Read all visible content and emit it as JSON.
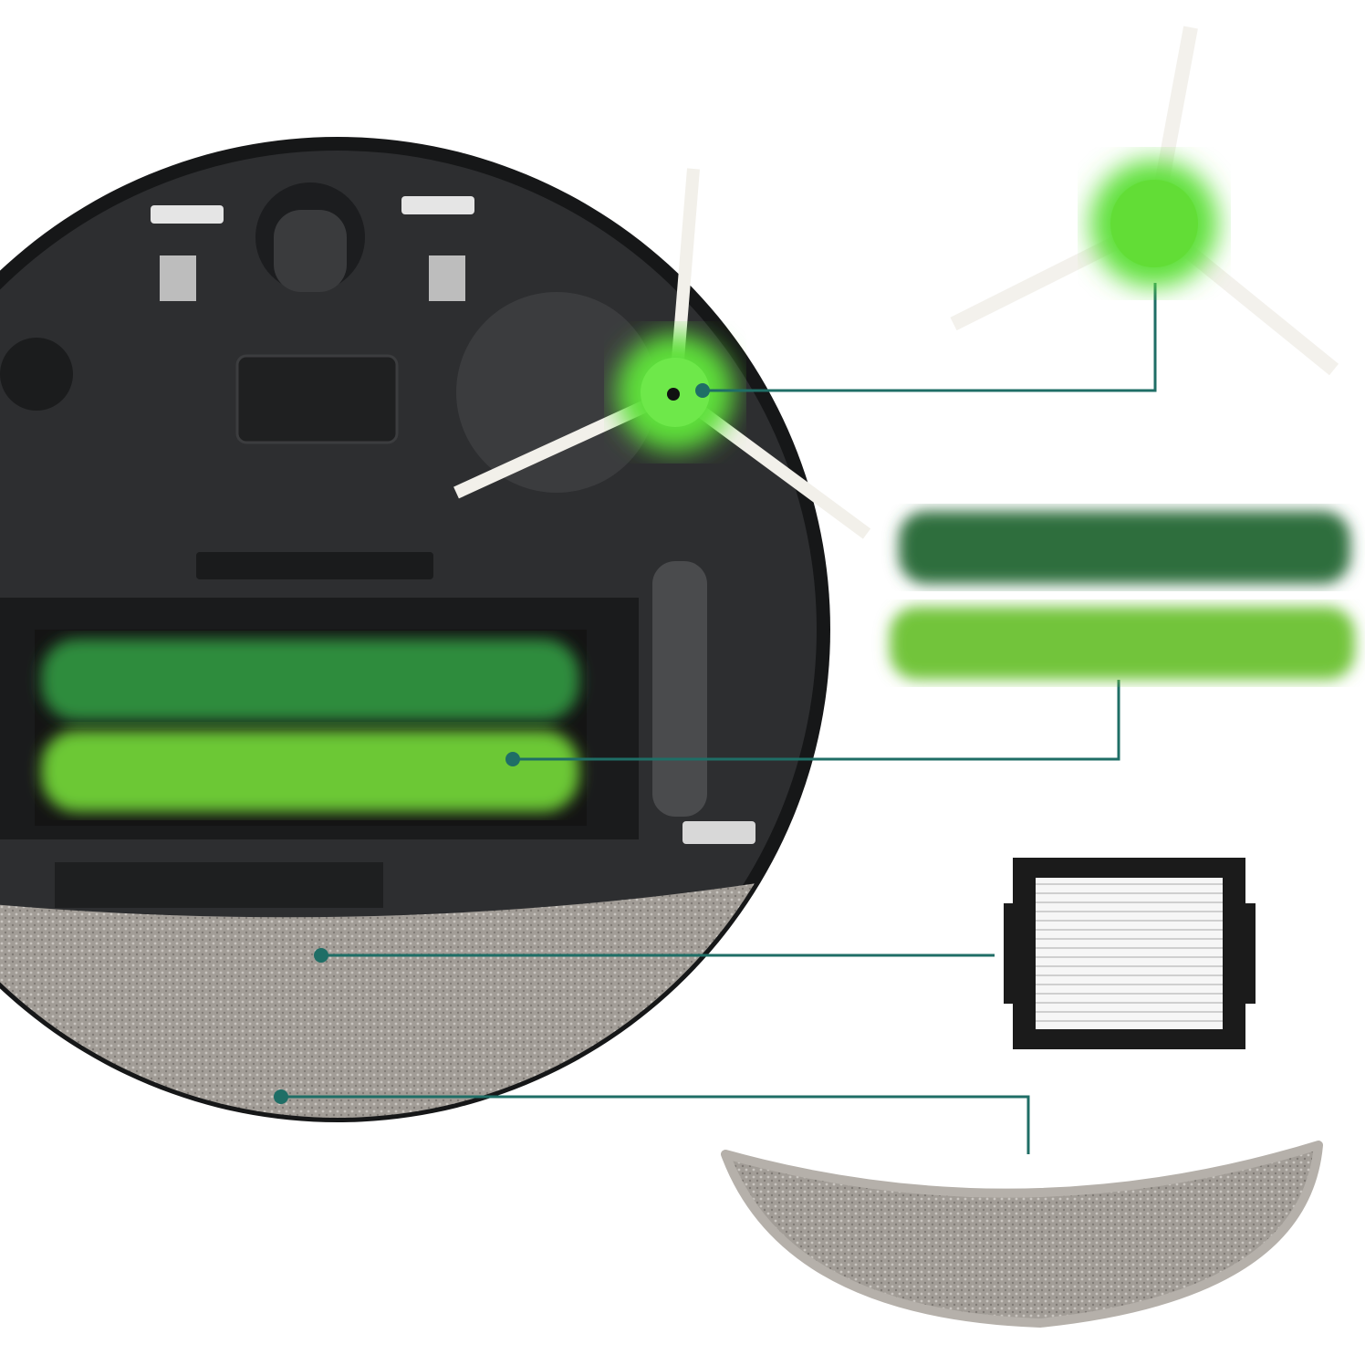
{
  "colors": {
    "background": "#ffffff",
    "robot_body": "#2d2e30",
    "robot_rim": "#161718",
    "callout_line": "#1f6e66",
    "side_brush_hub": "#5fe03a",
    "roller_dark_green": "#2f6e3c",
    "roller_light_green": "#72c43a",
    "filter_frame": "#1b1b1b",
    "filter_media": "#f4f4f4",
    "mop_pad": "#9d9892",
    "bristle": "#f3f1ec"
  },
  "icons": [
    "robot-underside-image",
    "side-brush-image",
    "roller-brushes-image",
    "hepa-filter-image",
    "mop-pad-image"
  ]
}
